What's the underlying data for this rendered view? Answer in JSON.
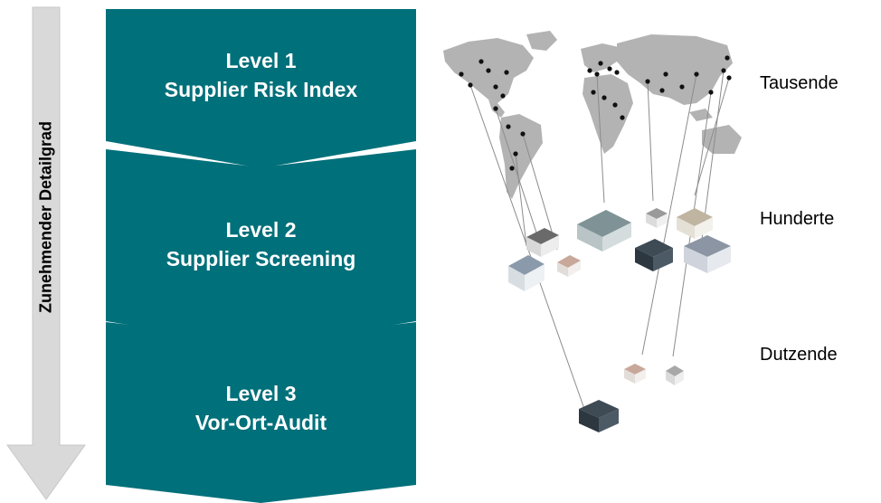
{
  "side_label": "Zunehmender Detailgrad",
  "levels": [
    {
      "line1": "Level 1",
      "line2": "Supplier Risk Index"
    },
    {
      "line1": "Level 2",
      "line2": "Supplier Screening"
    },
    {
      "line1": "Level 3",
      "line2": "Vor-Ort-Audit"
    }
  ],
  "tiers": [
    {
      "label": "Tausende"
    },
    {
      "label": "Hunderte"
    },
    {
      "label": "Dutzende"
    }
  ],
  "colors": {
    "level_fill": "#00707a",
    "arrow_fill": "#d9d9d9",
    "arrow_stroke": "#c8c8c8",
    "map_fill": "#b3b3b3",
    "marker": "#111111",
    "connector": "#8c8c8c"
  }
}
